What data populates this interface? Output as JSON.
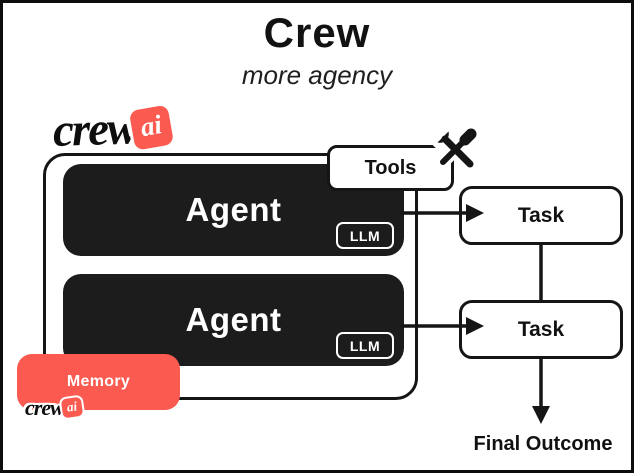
{
  "header": {
    "title": "Crew",
    "subtitle": "more agency"
  },
  "logo": {
    "script": "crew",
    "badge": "ai"
  },
  "colors": {
    "coral": "#FA5A4F",
    "ink": "#171717",
    "agent_black": "#1C1C1C"
  },
  "crew_box": {
    "tools": {
      "label": "Tools",
      "icon": "crossed-wrench-screwdriver-icon"
    },
    "agents": [
      {
        "label": "Agent",
        "llm": "LLM"
      },
      {
        "label": "Agent",
        "llm": "LLM"
      }
    ],
    "memory": {
      "label": "Memory"
    }
  },
  "tasks": [
    {
      "label": "Task"
    },
    {
      "label": "Task"
    }
  ],
  "final_outcome": "Final Outcome"
}
